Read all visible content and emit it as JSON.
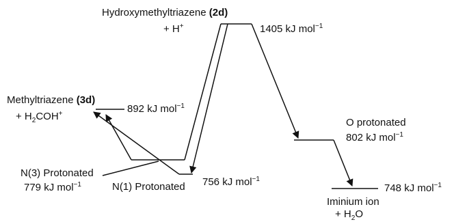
{
  "species": {
    "hydroxymethyltriazene": {
      "name": "Hydroxymethyltriazene",
      "compound_id": "(2d)",
      "partner": "+ H",
      "partner_charge": "+",
      "energy": "1405",
      "unit": "kJ mol",
      "unit_exp": "−1"
    },
    "methyltriazene": {
      "name": "Methyltriazene",
      "compound_id": "(3d)",
      "partner_prefix": "+ H",
      "partner_sub": "2",
      "partner_suffix": "COH",
      "partner_charge": "+",
      "energy": "892",
      "unit": "kJ mol",
      "unit_exp": "−1"
    },
    "n3_protonated": {
      "name": "N(3) Protonated",
      "energy": "779",
      "unit": "kJ mol",
      "unit_exp": "−1"
    },
    "n1_protonated": {
      "name": "N(1) Protonated",
      "energy": "756",
      "unit": "kJ mol",
      "unit_exp": "−1"
    },
    "o_protonated": {
      "name": "O protonated",
      "energy": "802",
      "unit": "kJ mol",
      "unit_exp": "−1"
    },
    "iminium": {
      "name": "Iminium ion",
      "partner_prefix": "+ H",
      "partner_sub": "2",
      "partner_suffix": "O",
      "energy": "748",
      "unit": "kJ mol",
      "unit_exp": "−1"
    }
  },
  "colors": {
    "ink": "#111111",
    "background": "#ffffff"
  }
}
